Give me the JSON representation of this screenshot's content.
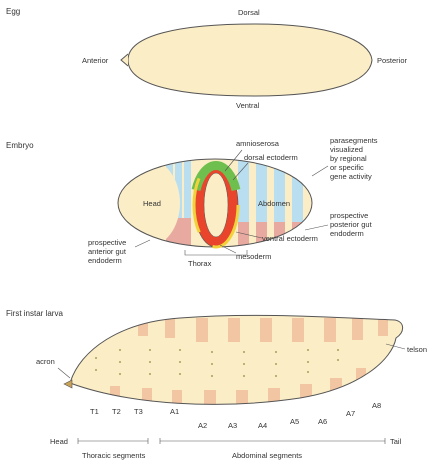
{
  "sections": {
    "egg": "Egg",
    "embryo": "Embryo",
    "larva": "First instar larva"
  },
  "egg": {
    "dorsal": "Dorsal",
    "ventral": "Ventral",
    "anterior": "Anterior",
    "posterior": "Posterior"
  },
  "embryo": {
    "head": "Head",
    "abdomen": "Abdomen",
    "thorax": "Thorax",
    "amnioserosa": "amnioserosa",
    "dorsal_ectoderm": "dorsal ectoderm",
    "parasegments": [
      "parasegments",
      "visualized",
      "by regional",
      "or specific",
      "gene activity"
    ],
    "posterior_gut": [
      "prospective",
      "posterior gut",
      "endoderm"
    ],
    "anterior_gut": [
      "prospective",
      "anterior gut",
      "endoderm"
    ],
    "ventral_ectoderm": "ventral ectoderm",
    "mesoderm": "mesoderm"
  },
  "larva": {
    "acron": "acron",
    "telson": "telson",
    "segments": [
      "T1",
      "T2",
      "T3",
      "A1",
      "A2",
      "A3",
      "A4",
      "A5",
      "A6",
      "A7",
      "A8"
    ],
    "head": "Head",
    "tail": "Tail",
    "thoracic": "Thoracic segments",
    "abdominal": "Abdominal segments"
  },
  "colors": {
    "cream": "#fbedc6",
    "blue": "#b9def0",
    "pink": "#e8a9a0",
    "green": "#6fbf4e",
    "red": "#e8452c",
    "yellow": "#f2d23a",
    "larva_band": "#f3c6a3",
    "line": "#555555"
  }
}
